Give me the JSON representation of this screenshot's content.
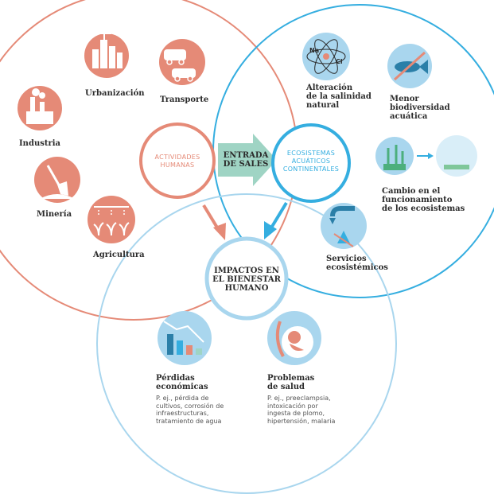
{
  "colors": {
    "salmon": "#e58a77",
    "blue": "#35aee0",
    "light_blue": "#a9d6ee",
    "teal": "#9fd4c4",
    "dark": "#2b2b2b"
  },
  "actividades": {
    "center_label": "ACTIVIDADES\nHUMANAS",
    "items": [
      {
        "label": "Urbanización",
        "icon": "city-icon"
      },
      {
        "label": "Transporte",
        "icon": "vehicles-icon"
      },
      {
        "label": "Industria",
        "icon": "factory-icon"
      },
      {
        "label": "Minería",
        "icon": "shovel-icon"
      },
      {
        "label": "Agricultura",
        "icon": "irrigation-icon"
      }
    ]
  },
  "arrow_label": "ENTRADA\nDE SALES",
  "ecosistemas": {
    "center_label": "ECOSISTEMAS\nACUÁTICOS\nCONTINENTALES",
    "items": [
      {
        "label": "Alteración\nde la salinidad\nnatural",
        "icon": "sodium-chloride-atom-icon",
        "icon_text_na": "Na",
        "icon_text_cl": "Cl"
      },
      {
        "label": "Menor\nbiodiversidad\nacuática",
        "icon": "crossed-fish-icon"
      },
      {
        "label": "Cambio en el\nfuncionamiento\nde los ecosistemas",
        "icon": "ecosystem-change-icon"
      },
      {
        "label": "Servicios\necosistémicos",
        "icon": "water-tap-icon"
      }
    ]
  },
  "impactos": {
    "center_label": "IMPACTOS EN\nEL BIENESTAR\nHUMANO",
    "items": [
      {
        "label": "Pérdidas\neconómicas",
        "note": "P. ej., pérdida de\ncultivos, corrosión de\ninfraestructuras,\ntratamiento de agua",
        "icon": "falling-chart-icon"
      },
      {
        "label": "Problemas\nde salud",
        "note": "P. ej., preeclampsia,\nintoxicación por\ningesta de plomo,\nhipertensión, malaria",
        "icon": "pregnancy-icon"
      }
    ]
  }
}
